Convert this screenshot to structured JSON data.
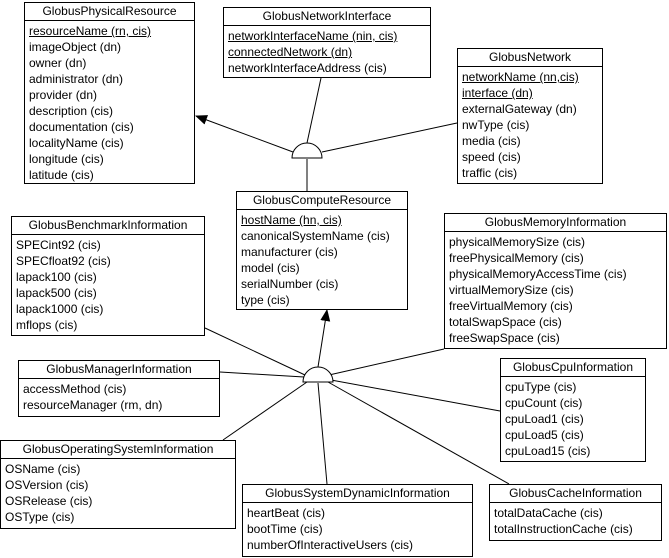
{
  "classes": [
    {
      "id": "physical",
      "name": "GlobusPhysicalResource",
      "attributes": [
        {
          "text": "resourceName (rn, cis)",
          "key": true
        },
        {
          "text": "imageObject (dn)",
          "key": false
        },
        {
          "text": "owner (dn)",
          "key": false
        },
        {
          "text": "administrator (dn)",
          "key": false
        },
        {
          "text": "provider (dn)",
          "key": false
        },
        {
          "text": "description (cis)",
          "key": false
        },
        {
          "text": "documentation (cis)",
          "key": false
        },
        {
          "text": "localityName (cis)",
          "key": false
        },
        {
          "text": "longitude (cis)",
          "key": false
        },
        {
          "text": "latitude (cis)",
          "key": false
        }
      ]
    },
    {
      "id": "netif",
      "name": "GlobusNetworkInterface",
      "attributes": [
        {
          "text": "networkInterfaceName (nin, cis)",
          "key": true
        },
        {
          "text": "connectedNetwork (dn)",
          "key": true
        },
        {
          "text": "networkInterfaceAddress (cis)",
          "key": false
        }
      ]
    },
    {
      "id": "network",
      "name": "GlobusNetwork",
      "attributes": [
        {
          "text": "networkName (nn,cis)",
          "key": true
        },
        {
          "text": "interface (dn)",
          "key": true
        },
        {
          "text": "externalGateway (dn)",
          "key": false
        },
        {
          "text": "nwType (cis)",
          "key": false
        },
        {
          "text": "media (cis)",
          "key": false
        },
        {
          "text": "speed (cis)",
          "key": false
        },
        {
          "text": "traffic (cis)",
          "key": false
        }
      ]
    },
    {
      "id": "compute",
      "name": "GlobusComputeResource",
      "attributes": [
        {
          "text": "hostName (hn, cis)",
          "key": true
        },
        {
          "text": "canonicalSystemName (cis)",
          "key": false
        },
        {
          "text": "manufacturer (cis)",
          "key": false
        },
        {
          "text": "model (cis)",
          "key": false
        },
        {
          "text": "serialNumber (cis)",
          "key": false
        },
        {
          "text": "type (cis)",
          "key": false
        }
      ]
    },
    {
      "id": "bench",
      "name": "GlobusBenchmarkInformation",
      "attributes": [
        {
          "text": "SPECint92 (cis)",
          "key": false
        },
        {
          "text": "SPECfloat92 (cis)",
          "key": false
        },
        {
          "text": "lapack100 (cis)",
          "key": false
        },
        {
          "text": "lapack500 (cis)",
          "key": false
        },
        {
          "text": "lapack1000 (cis)",
          "key": false
        },
        {
          "text": "mflops (cis)",
          "key": false
        }
      ]
    },
    {
      "id": "memory",
      "name": "GlobusMemoryInformation",
      "attributes": [
        {
          "text": "physicalMemorySize (cis)",
          "key": false
        },
        {
          "text": "freePhysicalMemory (cis)",
          "key": false
        },
        {
          "text": "physicalMemoryAccessTime (cis)",
          "key": false
        },
        {
          "text": "virtualMemorySize (cis)",
          "key": false
        },
        {
          "text": "freeVirtualMemory (cis)",
          "key": false
        },
        {
          "text": "totalSwapSpace (cis)",
          "key": false
        },
        {
          "text": "freeSwapSpace (cis)",
          "key": false
        }
      ]
    },
    {
      "id": "manager",
      "name": "GlobusManagerInformation",
      "attributes": [
        {
          "text": "accessMethod (cis)",
          "key": false
        },
        {
          "text": "resourceManager (rm, dn)",
          "key": false
        }
      ]
    },
    {
      "id": "cpu",
      "name": "GlobusCpuInformation",
      "attributes": [
        {
          "text": "cpuType (cis)",
          "key": false
        },
        {
          "text": "cpuCount (cis)",
          "key": false
        },
        {
          "text": "cpuLoad1 (cis)",
          "key": false
        },
        {
          "text": "cpuLoad5 (cis)",
          "key": false
        },
        {
          "text": "cpuLoad15 (cis)",
          "key": false
        }
      ]
    },
    {
      "id": "os",
      "name": "GlobusOperatingSystemInformation",
      "attributes": [
        {
          "text": "OSName (cis)",
          "key": false
        },
        {
          "text": "OSVersion (cis)",
          "key": false
        },
        {
          "text": "OSRelease (cis)",
          "key": false
        },
        {
          "text": "OSType (cis)",
          "key": false
        }
      ]
    },
    {
      "id": "dynamic",
      "name": "GlobusSystemDynamicInformation",
      "attributes": [
        {
          "text": "heartBeat (cis)",
          "key": false
        },
        {
          "text": "bootTime (cis)",
          "key": false
        },
        {
          "text": "numberOfInteractiveUsers (cis)",
          "key": false
        }
      ]
    },
    {
      "id": "cache",
      "name": "GlobusCacheInformation",
      "attributes": [
        {
          "text": "totalDataCache (cis)",
          "key": false
        },
        {
          "text": "totalInstructionCache (cis)",
          "key": false
        }
      ]
    }
  ],
  "relationships": [
    {
      "from": [
        "netif",
        "network",
        "compute"
      ],
      "to": "physical",
      "type": "inheritance"
    },
    {
      "from": [
        "bench",
        "memory",
        "manager",
        "cpu",
        "os",
        "dynamic",
        "cache"
      ],
      "to": "compute",
      "type": "inheritance"
    }
  ]
}
